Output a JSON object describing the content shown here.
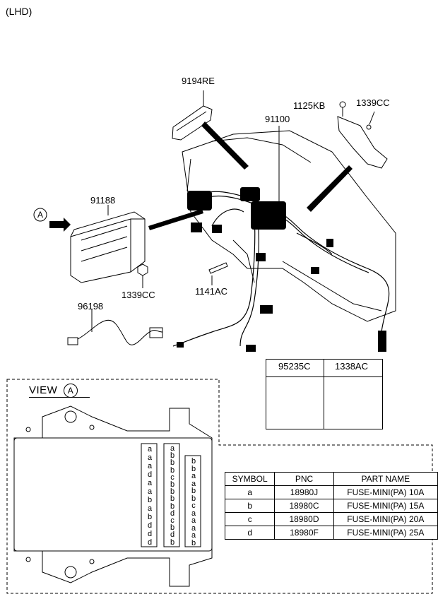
{
  "corner_note": "(LHD)",
  "part_labels": {
    "p9194RE": "9194RE",
    "p1125KB": "1125KB",
    "p1339CC_top": "1339CC",
    "p91100": "91100",
    "p91188": "91188",
    "p1339CC_mid": "1339CC",
    "p1141AC": "1141AC",
    "p96198": "96198"
  },
  "view_marker": "A",
  "view_title": "VIEW",
  "inset_box": {
    "col1": "95235C",
    "col2": "1338AC"
  },
  "fuse_table": {
    "headers": [
      "SYMBOL",
      "PNC",
      "PART NAME"
    ],
    "rows": [
      {
        "symbol": "a",
        "pnc": "18980J",
        "name": "FUSE-MINI(PA) 10A"
      },
      {
        "symbol": "b",
        "pnc": "18980C",
        "name": "FUSE-MINI(PA) 15A"
      },
      {
        "symbol": "c",
        "pnc": "18980D",
        "name": "FUSE-MINI(PA) 20A"
      },
      {
        "symbol": "d",
        "pnc": "18980F",
        "name": "FUSE-MINI(PA) 25A"
      }
    ]
  },
  "fuse_letters": {
    "col1": [
      "a",
      "a",
      "a",
      "d",
      "a",
      "a",
      "b",
      "a",
      "b",
      "d",
      "d",
      "d"
    ],
    "col2": [
      "a",
      "b",
      "b",
      "b",
      "c",
      "b",
      "b",
      "b",
      "b",
      "d",
      "c",
      "b",
      "d",
      "b"
    ],
    "col3": [
      "b",
      "b",
      "a",
      "a",
      "b",
      "b",
      "c",
      "a",
      "a",
      "a",
      "a",
      "b"
    ]
  }
}
